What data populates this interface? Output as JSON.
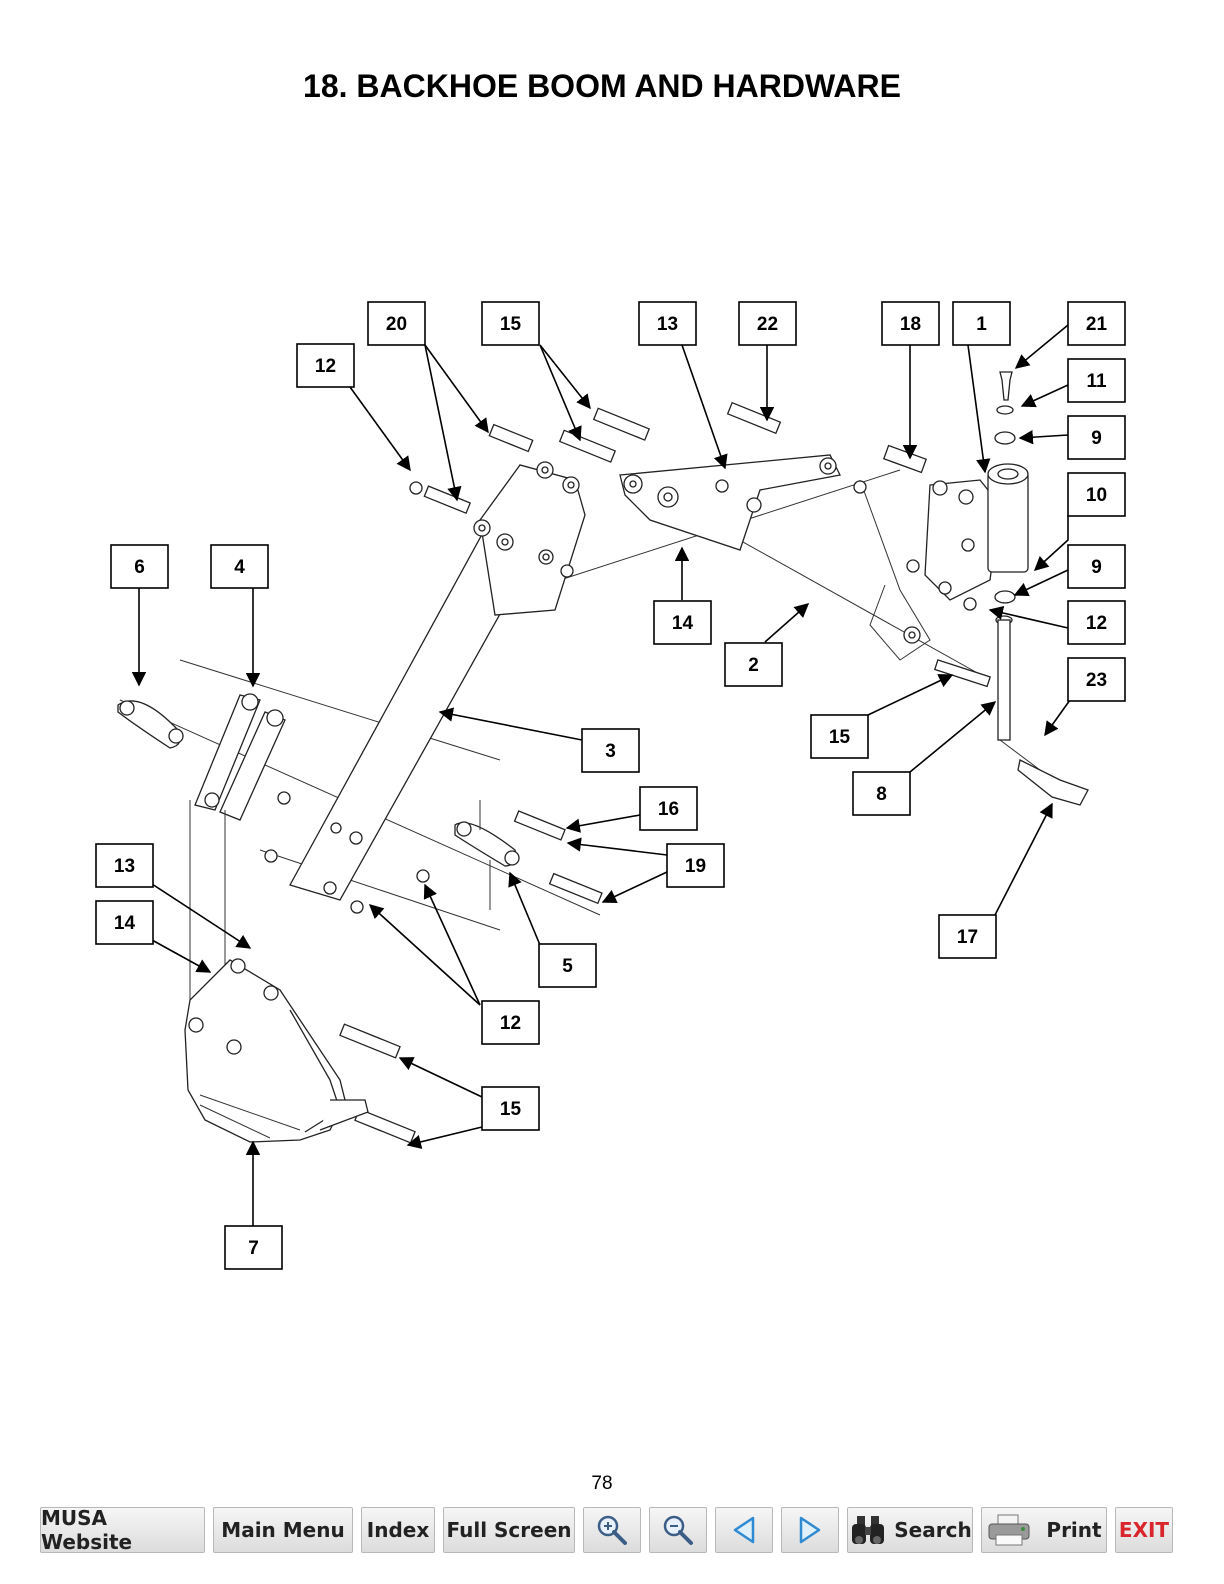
{
  "page": {
    "title": "18. BACKHOE BOOM AND HARDWARE",
    "page_number": "78"
  },
  "callouts": [
    {
      "id": "c-20",
      "label": "20"
    },
    {
      "id": "c-15-top",
      "label": "15"
    },
    {
      "id": "c-13-top",
      "label": "13"
    },
    {
      "id": "c-22",
      "label": "22"
    },
    {
      "id": "c-18",
      "label": "18"
    },
    {
      "id": "c-1",
      "label": "1"
    },
    {
      "id": "c-21",
      "label": "21"
    },
    {
      "id": "c-12-top",
      "label": "12"
    },
    {
      "id": "c-11",
      "label": "11"
    },
    {
      "id": "c-9-a",
      "label": "9"
    },
    {
      "id": "c-10",
      "label": "10"
    },
    {
      "id": "c-6",
      "label": "6"
    },
    {
      "id": "c-4",
      "label": "4"
    },
    {
      "id": "c-9-b",
      "label": "9"
    },
    {
      "id": "c-14-mid",
      "label": "14"
    },
    {
      "id": "c-12-right",
      "label": "12"
    },
    {
      "id": "c-2",
      "label": "2"
    },
    {
      "id": "c-23",
      "label": "23"
    },
    {
      "id": "c-15-right",
      "label": "15"
    },
    {
      "id": "c-3",
      "label": "3"
    },
    {
      "id": "c-8",
      "label": "8"
    },
    {
      "id": "c-16",
      "label": "16"
    },
    {
      "id": "c-13-left",
      "label": "13"
    },
    {
      "id": "c-19",
      "label": "19"
    },
    {
      "id": "c-14-left",
      "label": "14"
    },
    {
      "id": "c-17",
      "label": "17"
    },
    {
      "id": "c-5",
      "label": "5"
    },
    {
      "id": "c-12-bottom",
      "label": "12"
    },
    {
      "id": "c-15-bottom",
      "label": "15"
    },
    {
      "id": "c-7",
      "label": "7"
    }
  ],
  "toolbar": {
    "musa_website": "MUSA Website",
    "main_menu": "Main Menu",
    "index": "Index",
    "full_screen": "Full Screen",
    "zoom_in_icon": "zoom-in-icon",
    "zoom_out_icon": "zoom-out-icon",
    "previous_icon": "arrow-left-icon",
    "next_icon": "arrow-right-icon",
    "search": "Search",
    "search_icon": "binoculars-icon",
    "print": "Print",
    "print_icon": "printer-icon",
    "exit": "EXIT",
    "exit_color": "#d8262c"
  }
}
